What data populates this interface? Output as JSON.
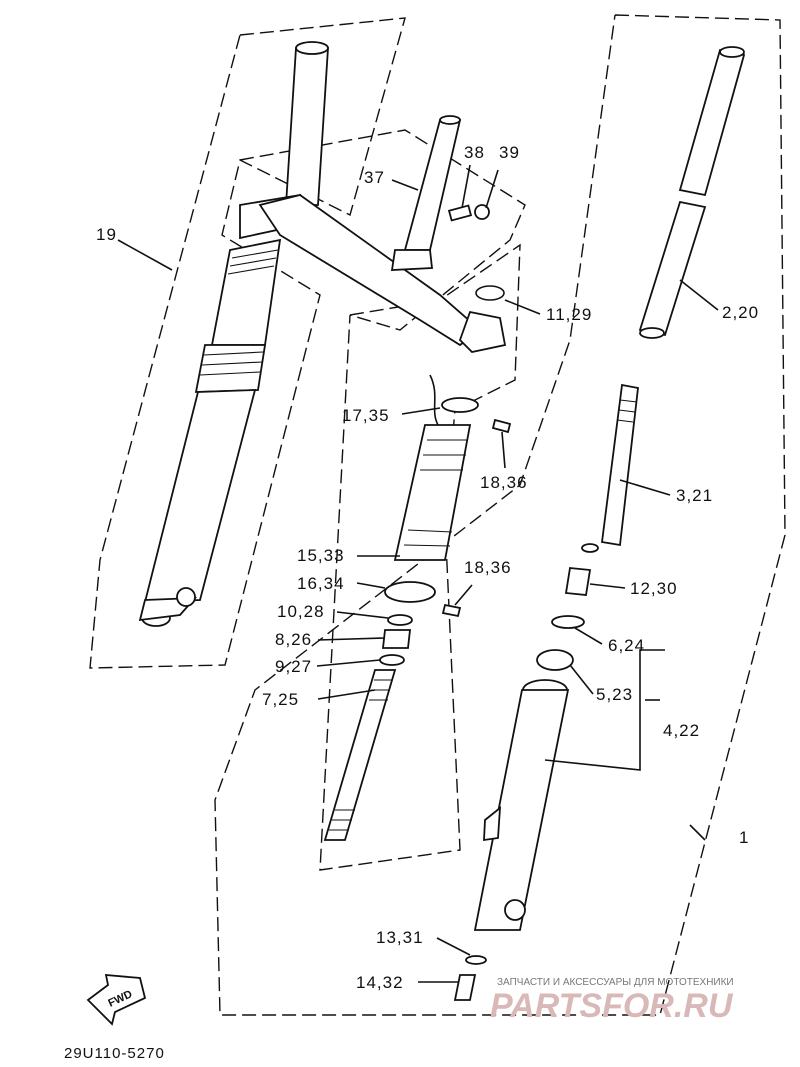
{
  "labels": {
    "l19": "19",
    "l37": "37",
    "l38": "38",
    "l39": "39",
    "l11_29": "11,29",
    "l2_20": "2,20",
    "l17_35": "17,35",
    "l18_36a": "18,36",
    "l3_21": "3,21",
    "l15_33": "15,33",
    "l18_36b": "18,36",
    "l16_34": "16,34",
    "l12_30": "12,30",
    "l10_28": "10,28",
    "l6_24": "6,24",
    "l8_26": "8,26",
    "l9_27": "9,27",
    "l5_23": "5,23",
    "l7_25": "7,25",
    "l4_22": "4,22",
    "l1": "1",
    "l13_31": "13,31",
    "l14_32": "14,32"
  },
  "fwd_label": "FWD",
  "diagram_code": "29U110-5270",
  "watermark": {
    "tagline": "ЗАПЧАСТИ И АКСЕССУАРЫ ДЛЯ МОТОТЕХНИКИ",
    "site": "PARTSFOR.RU"
  }
}
